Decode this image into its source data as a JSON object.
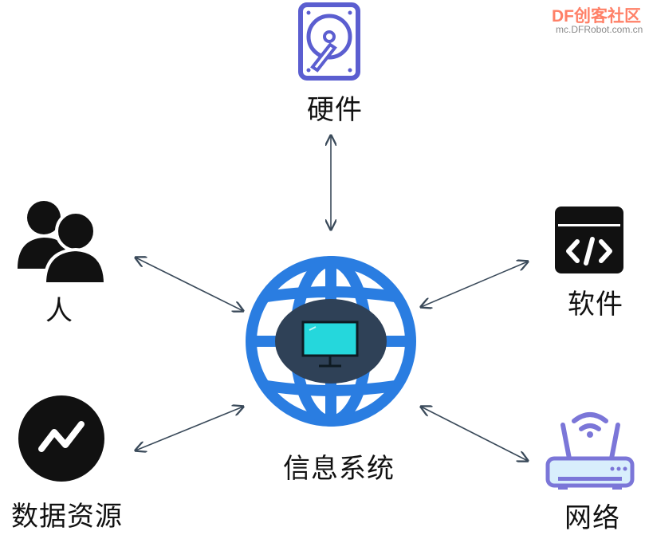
{
  "watermark": {
    "brand": "DF创客社区",
    "url": "mc.DFRobot.com.cn"
  },
  "nodes": {
    "center": {
      "label": "信息系统",
      "icon": "globe-computer-icon"
    },
    "hardware": {
      "label": "硬件",
      "icon": "hard-disk-icon"
    },
    "people": {
      "label": "人",
      "icon": "people-icon"
    },
    "software": {
      "label": "软件",
      "icon": "code-window-icon"
    },
    "data": {
      "label": "数据资源",
      "icon": "trend-chart-icon"
    },
    "network": {
      "label": "网络",
      "icon": "wifi-router-icon"
    }
  },
  "colors": {
    "globe": "#2a7de1",
    "globe_center": "#2f4157",
    "monitor": "#25d7dc",
    "arrow": "#3a4a5a",
    "router": "#7b76d8",
    "disk": "#5b5ed0"
  }
}
